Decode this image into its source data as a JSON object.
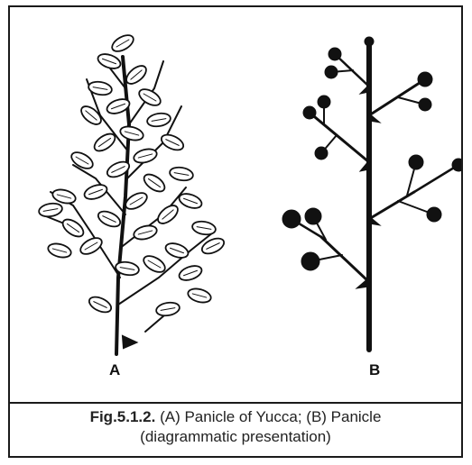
{
  "figure": {
    "panel_a_label": "A",
    "panel_b_label": "B",
    "caption_number": "Fig.5.1.2.",
    "caption_line1": "(A) Panicle of Yucca; (B) Panicle",
    "caption_line2": "(diagrammatic presentation)"
  },
  "colors": {
    "ink": "#111111",
    "background": "#ffffff"
  }
}
